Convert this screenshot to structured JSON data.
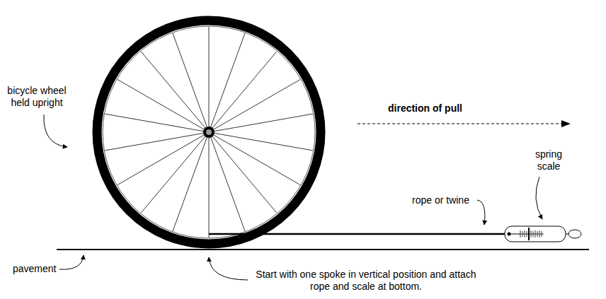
{
  "diagram": {
    "labels": [
      "bicycle wheel held upright",
      "direction of pull",
      "spring scale",
      "rope or twine",
      "pavement",
      "Start with one spoke in vertical position and attach rope and scale at bottom."
    ]
  }
}
